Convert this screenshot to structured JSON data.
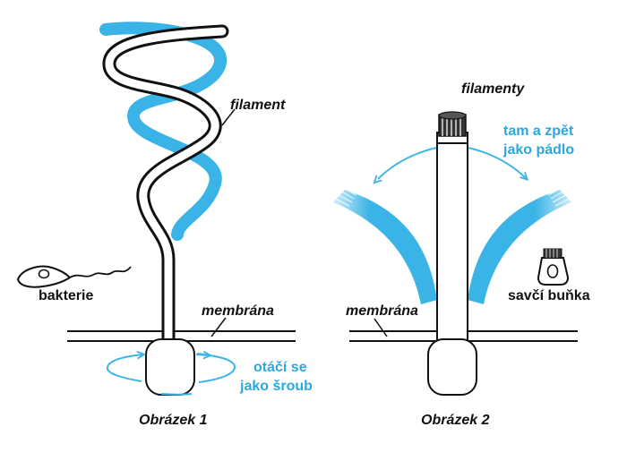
{
  "colors": {
    "accent_blue": "#3ab4e6",
    "ink": "#111111",
    "background": "#ffffff"
  },
  "figure1": {
    "filament_label": "filament",
    "bacteria_label": "bakterie",
    "membrane_label": "membrána",
    "rotation_line1": "otáčí se",
    "rotation_line2": "jako šroub",
    "caption": "Obrázek 1"
  },
  "figure2": {
    "filaments_label": "filamenty",
    "motion_line1": "tam a zpět",
    "motion_line2": "jako pádlo",
    "cell_label": "savčí buňka",
    "membrane_label": "membrána",
    "caption": "Obrázek 2"
  }
}
